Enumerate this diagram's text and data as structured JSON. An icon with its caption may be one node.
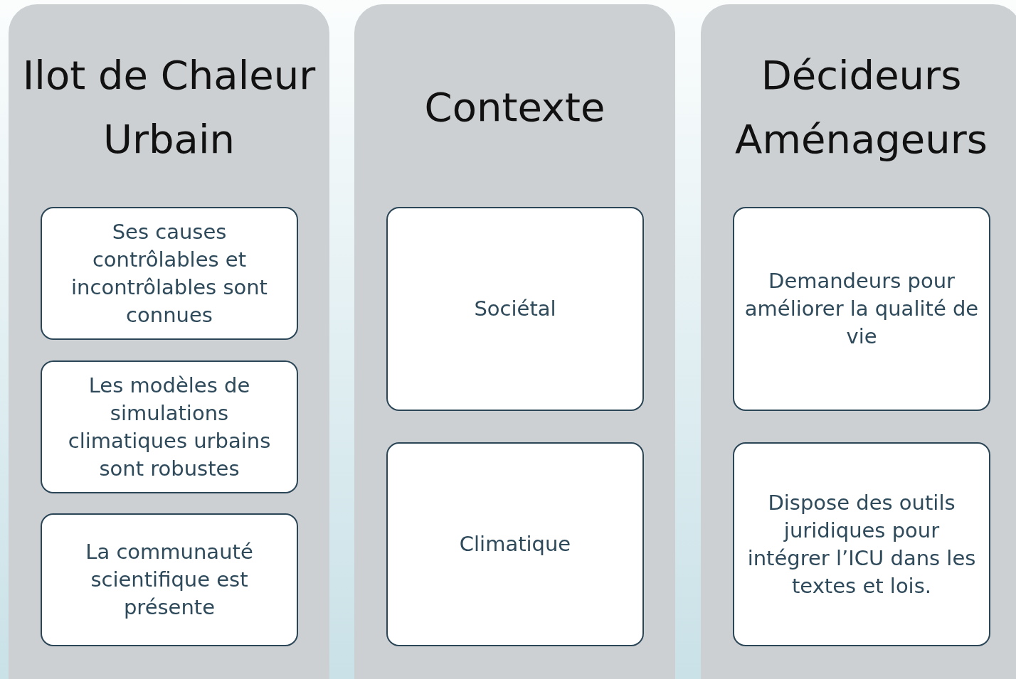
{
  "diagram": {
    "nodes": [
      {
        "text": [
          "Ilot de Chaleur Urbain"
        ]
      },
      {
        "text": [
          "Ses causes contrôlables et incontrôlables sont connues"
        ],
        "in": 0
      },
      {
        "text": [
          "Les modèles de simulations climatiques urbains sont robustes"
        ],
        "in": 0
      },
      {
        "text": [
          "La communauté scientifique est présente"
        ],
        "in": 0
      },
      {
        "text": [
          "Contexte"
        ]
      },
      {
        "text": [
          "Sociétal"
        ],
        "in": 4
      },
      {
        "text": [
          "Climatique"
        ],
        "in": 4
      },
      {
        "text": [
          "Décideurs Aménageurs"
        ]
      },
      {
        "text": [
          "Demandeurs pour améliorer la qualité de vie"
        ],
        "in": 7
      },
      {
        "text": [
          "Dispose des outils juridiques pour intégrer l’ICU dans les textes et lois."
        ],
        "in": 7
      }
    ]
  }
}
